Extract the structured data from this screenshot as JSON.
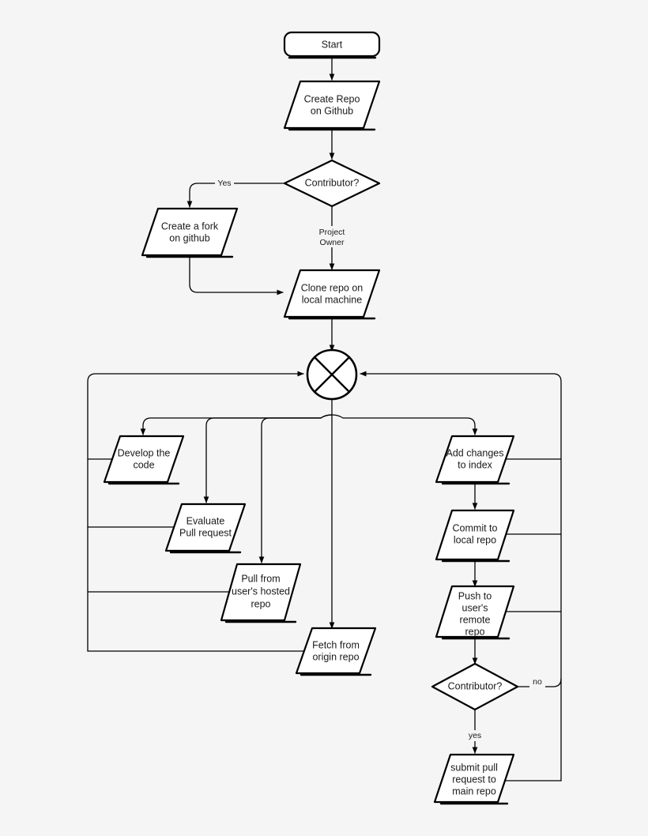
{
  "diagram": {
    "title": "Git / GitHub contribution workflow flowchart",
    "background_color": "#f5f5f5",
    "node_fill": "#ffffff",
    "stroke_color": "#000000"
  },
  "nodes": {
    "start": {
      "label": "Start",
      "shape": "rounded-rectangle"
    },
    "create_repo": {
      "label_line1": "Create Repo",
      "label_line2": "on Github",
      "shape": "parallelogram"
    },
    "contributor_q1": {
      "label": "Contributor?",
      "shape": "diamond"
    },
    "create_fork": {
      "label_line1": "Create a fork",
      "label_line2": "on github",
      "shape": "parallelogram"
    },
    "clone_repo": {
      "label_line1": "Clone repo on",
      "label_line2": "local machine",
      "shape": "parallelogram"
    },
    "junction": {
      "label": "",
      "shape": "summing-junction"
    },
    "develop_code": {
      "label_line1": "Develop the",
      "label_line2": "code",
      "shape": "parallelogram"
    },
    "evaluate_pr": {
      "label_line1": "Evaluate",
      "label_line2": "Pull request",
      "shape": "parallelogram"
    },
    "pull_hosted": {
      "label_line1": "Pull from",
      "label_line2": "user's hosted",
      "label_line3": "repo",
      "shape": "parallelogram"
    },
    "fetch_origin": {
      "label_line1": "Fetch from",
      "label_line2": "origin repo",
      "shape": "parallelogram"
    },
    "add_changes": {
      "label_line1": "Add changes",
      "label_line2": "to index",
      "shape": "parallelogram"
    },
    "commit_local": {
      "label_line1": "Commit to",
      "label_line2": "local repo",
      "shape": "parallelogram"
    },
    "push_remote": {
      "label_line1": "Push to",
      "label_line2": "user's",
      "label_line3": "remote",
      "label_line4": "repo",
      "shape": "parallelogram"
    },
    "contributor_q2": {
      "label": "Contributor?",
      "shape": "diamond"
    },
    "submit_pr": {
      "label_line1": "submit pull",
      "label_line2": "request to",
      "label_line3": "main repo",
      "shape": "parallelogram"
    }
  },
  "edge_labels": {
    "yes_fork": "Yes",
    "project_owner_line1": "Project",
    "project_owner_line2": "Owner",
    "no_branch": "no",
    "yes_branch": "yes"
  }
}
